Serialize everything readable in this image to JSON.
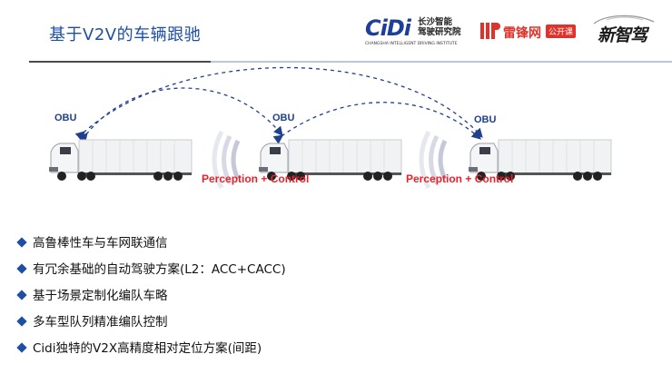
{
  "header": {
    "title": "基于V2V的车辆跟驰"
  },
  "logos": {
    "cidi": {
      "mark": "CiDi",
      "cn_line1": "长沙智能",
      "cn_line2": "驾驶研究院",
      "en": "CHANGSHA INTELLIGENT DRIVING INSTITUTE"
    },
    "leifeng": {
      "text": "雷锋网",
      "badge": "公开课"
    },
    "xinzhijia": {
      "text": "新智驾"
    }
  },
  "diagram": {
    "obu_labels": [
      "OBU",
      "OBU",
      "OBU"
    ],
    "perception_labels": [
      "Perception + Control",
      "Perception + Control"
    ]
  },
  "bullets": [
    "高鲁棒性车与车网联通信",
    "有冗余基础的自动驾驶方案(L2：ACC+CACC)",
    "基于场景定制化编队车略",
    "多车型队列精准编队控制",
    "Cidi独特的V2X高精度相对定位方案(间距)"
  ],
  "colors": {
    "title": "#1f4fa3",
    "accent_red": "#e8212a",
    "obu_blue": "#1f3f8f",
    "bullet_diamond": "#1f4fa3"
  }
}
